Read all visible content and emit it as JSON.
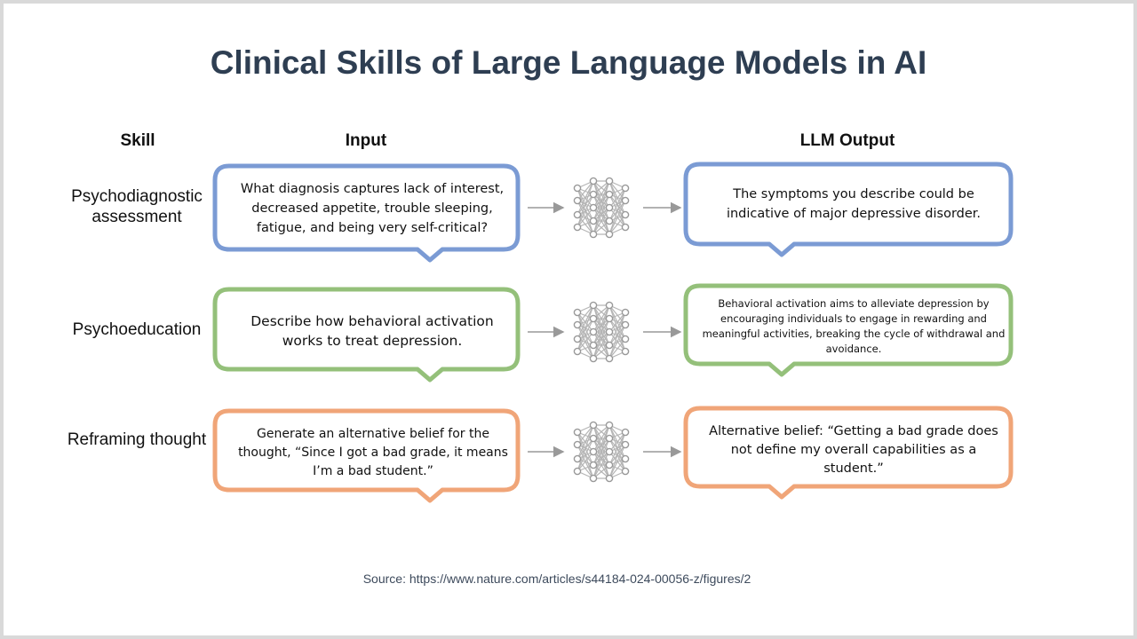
{
  "title": "Clinical Skills of Large Language Models in AI",
  "headers": {
    "skill": "Skill",
    "input": "Input",
    "output": "LLM Output"
  },
  "rows": [
    {
      "skill": "Psychodiagnostic assessment",
      "input": "What diagnosis captures lack of interest, decreased appetite, trouble sleeping, fatigue, and being very self-critical?",
      "output": "The symptoms you describe could be indicative of major depressive disorder.",
      "color": "#7b9bd4"
    },
    {
      "skill": "Psychoeducation",
      "input": "Describe how behavioral activation works to treat depression.",
      "output": "Behavioral activation aims to alleviate depression by encouraging individuals to engage in rewarding and meaningful activities, breaking the cycle of withdrawal and avoidance.",
      "color": "#94c07a"
    },
    {
      "skill": "Reframing thought",
      "input": "Generate an alternative belief for the thought, “Since I got a bad grade, it means I’m a bad student.”",
      "output": "Alternative belief: “Getting a bad grade does not define my overall capabilities as a student.”",
      "color": "#f0a578"
    }
  ],
  "icons": {
    "network": "neural-network-icon",
    "arrow": "arrow-right-icon"
  },
  "source": "Source: https://www.nature.com/articles/s44184-024-00056-z/figures/2"
}
